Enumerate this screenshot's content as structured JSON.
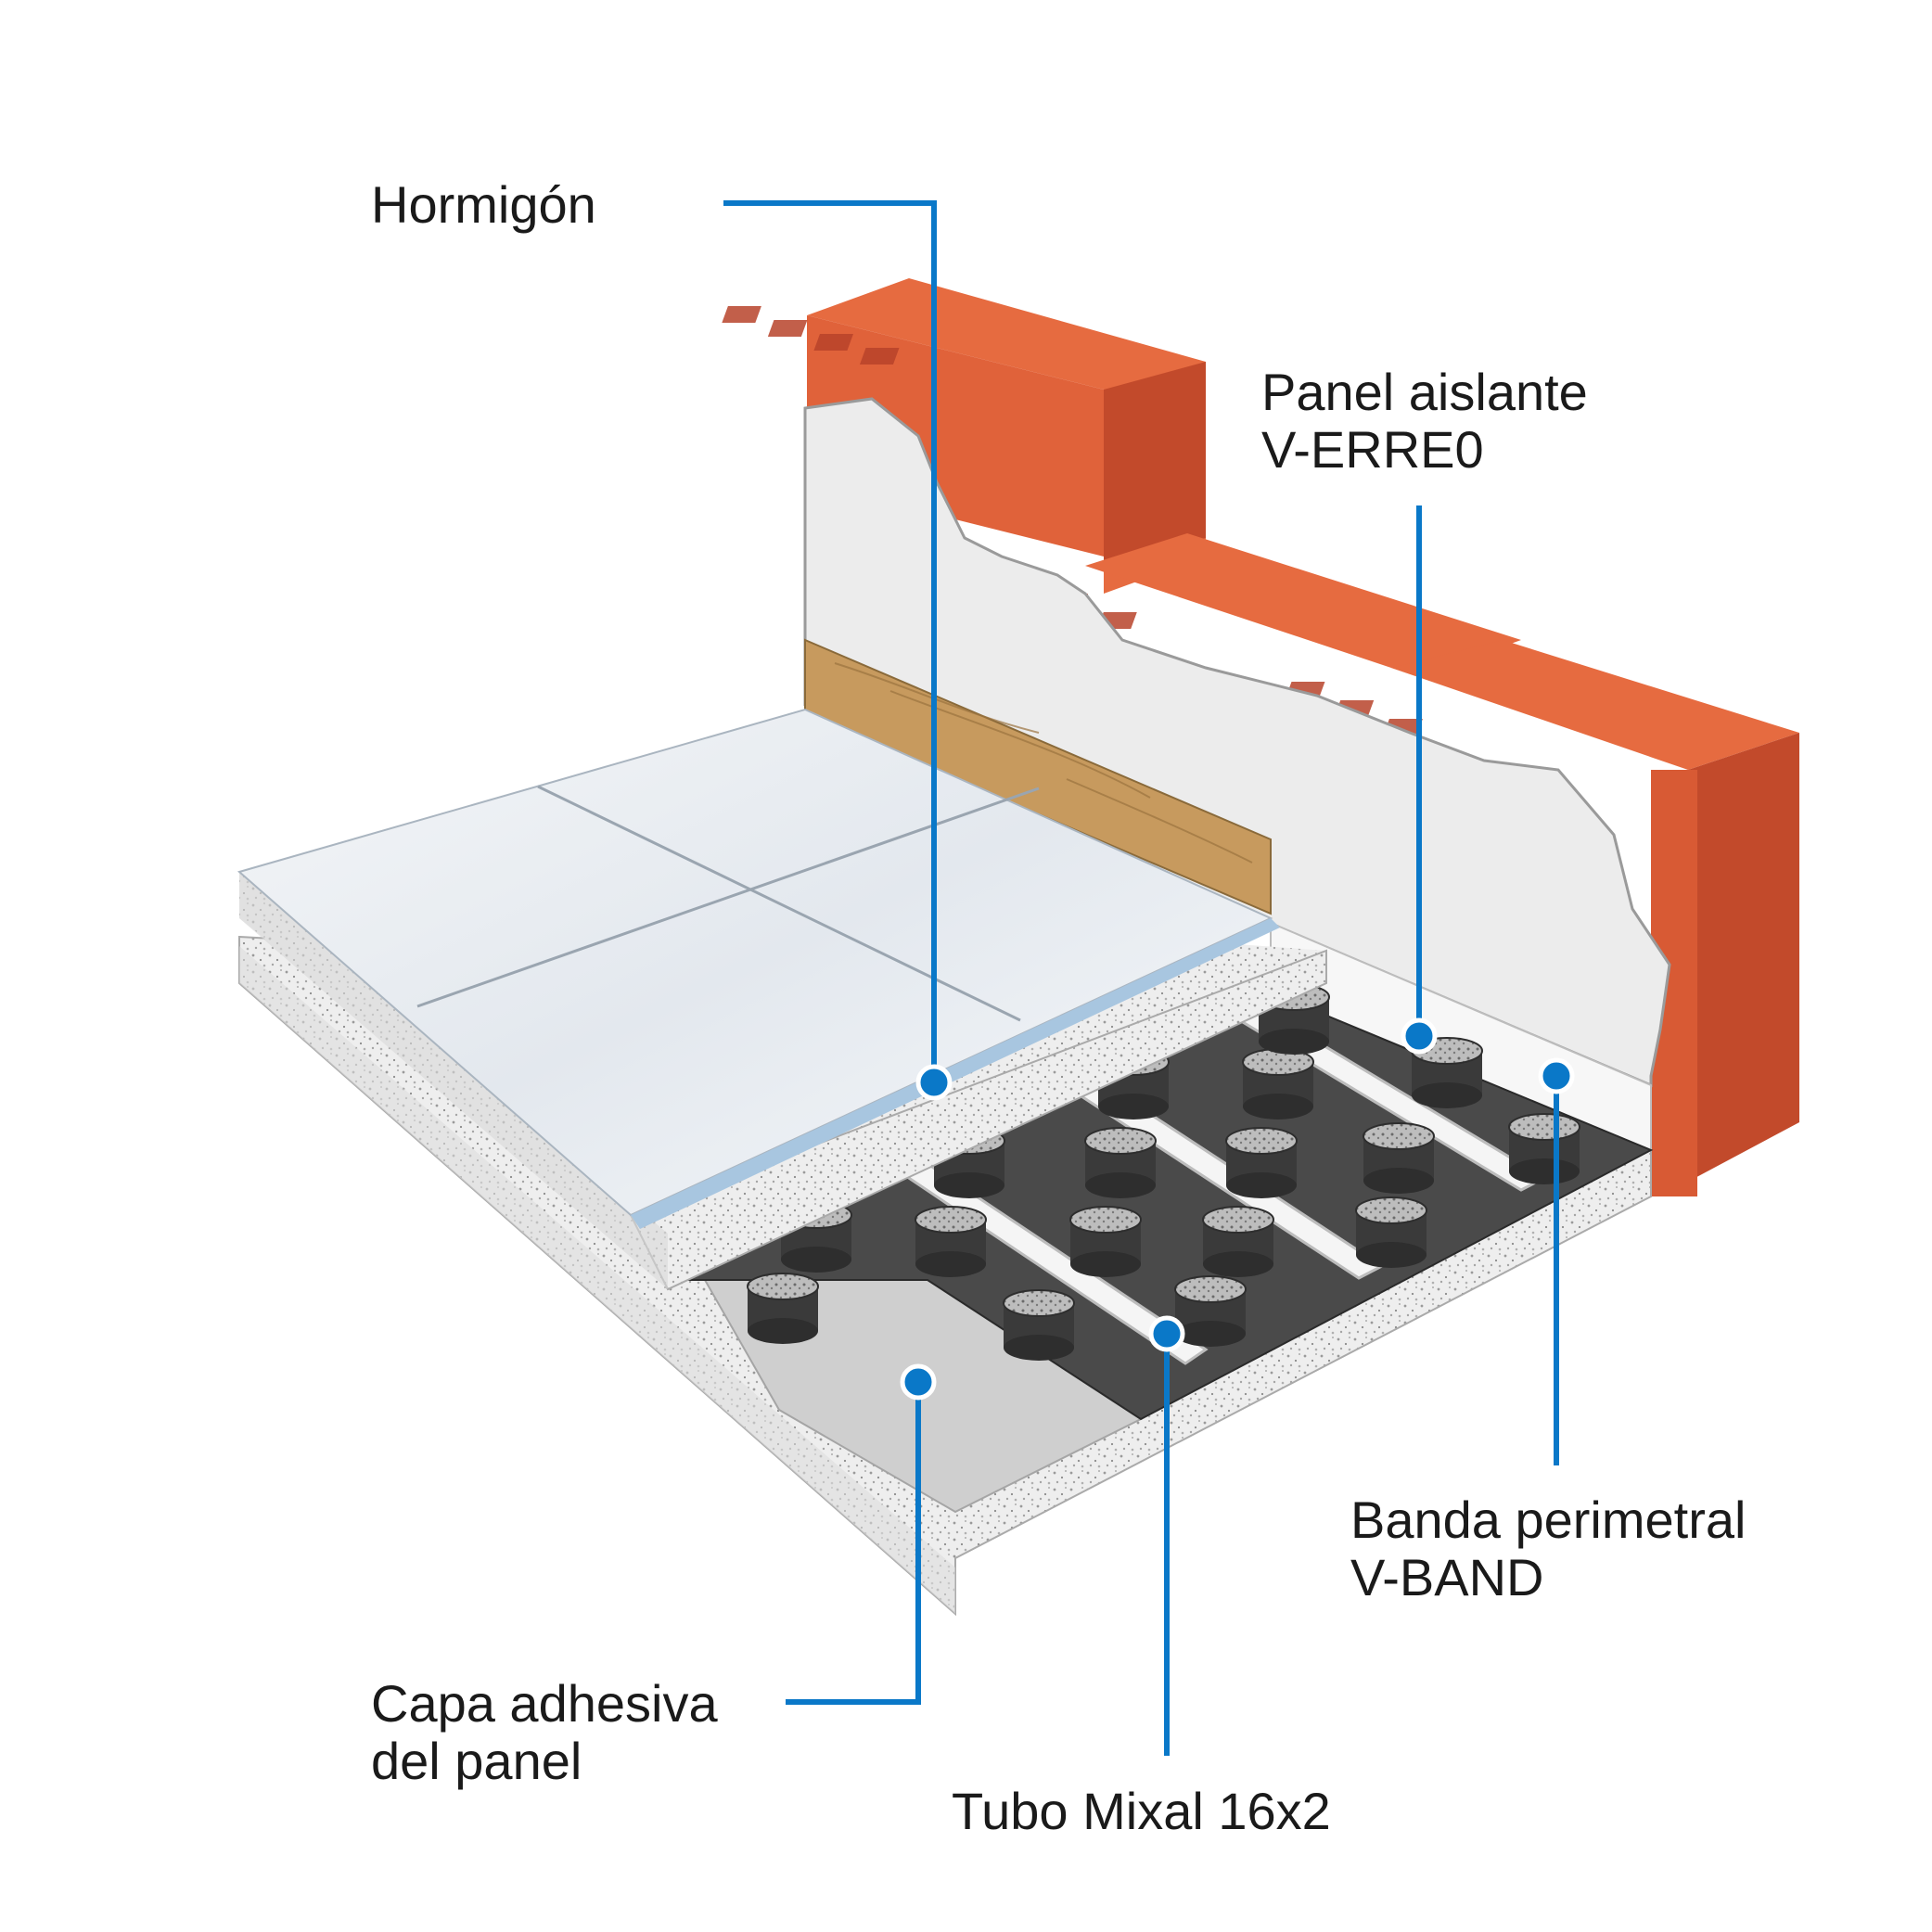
{
  "labels": {
    "hormigon": "Hormigón",
    "panel_aislante_line1": "Panel aislante",
    "panel_aislante_line2": "V-ERRE0",
    "banda_perimetral_line1": "Banda perimetral",
    "banda_perimetral_line2": "V-BAND",
    "capa_adhesiva_line1": "Capa adhesiva",
    "capa_adhesiva_line2": "del panel",
    "tubo_mixal": "Tubo Mixal 16x2"
  },
  "colors": {
    "callout_line": "#0a78c8",
    "brick": "#e0623a",
    "brick_dark": "#c24a2b",
    "plaster": "#ececec",
    "wood": "#c79a5e",
    "tile": "#e9eef3",
    "panel": "#4a4a4a",
    "stud": "#3a3a3a",
    "pipe": "#f5f5f5",
    "concrete": "#e8e8e8"
  }
}
